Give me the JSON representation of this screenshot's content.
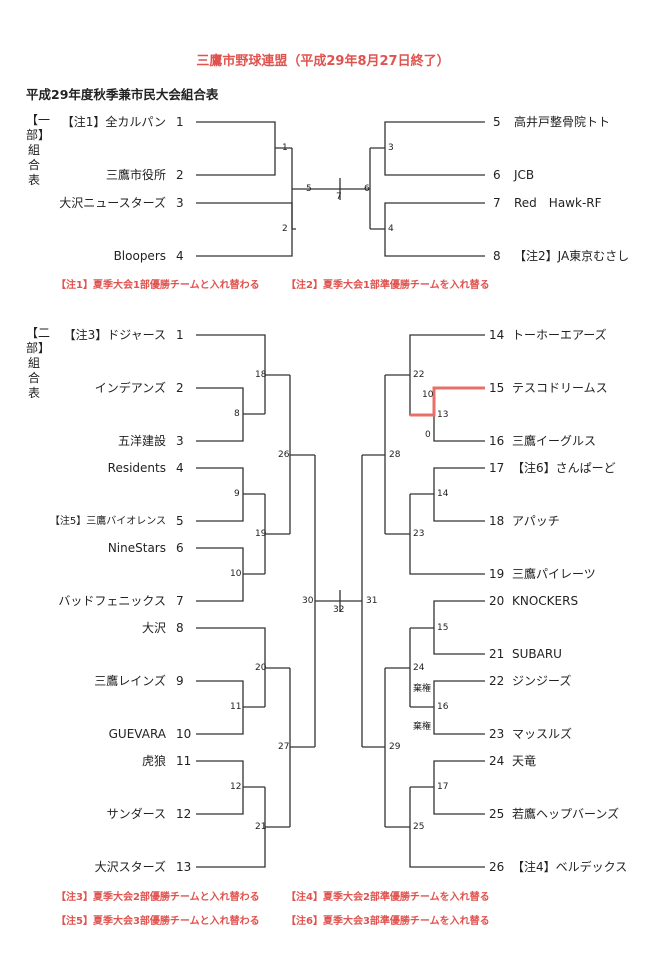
{
  "header": {
    "title": "三鷹市野球連盟（平成29年8月27日終了）",
    "subtitle": "平成29年度秋季兼市民大会組合表"
  },
  "colors": {
    "note": "#e0534f",
    "line": "#333333",
    "highlight": "#e8706a"
  },
  "div1": {
    "label": "【一部】組合表",
    "left_teams": [
      {
        "seed": "1",
        "name": "【注1】全カルパン"
      },
      {
        "seed": "2",
        "name": "三鷹市役所"
      },
      {
        "seed": "3",
        "name": "大沢ニュースターズ"
      },
      {
        "seed": "4",
        "name": "Bloopers"
      }
    ],
    "right_teams": [
      {
        "seed": "5",
        "name": "高井戸整骨院トト"
      },
      {
        "seed": "6",
        "name": "JCB"
      },
      {
        "seed": "7",
        "name": "Red　Hawk-RF"
      },
      {
        "seed": "8",
        "name": "【注2】JA東京むさし"
      }
    ],
    "games": {
      "g1": "1",
      "g2": "2",
      "g3": "3",
      "g4": "4",
      "g5": "5",
      "g6": "6",
      "final": "7"
    },
    "notes": [
      "【注1】夏季大会1部優勝チームと入れ替わる",
      "【注2】夏季大会1部準優勝チームを入れ替る"
    ]
  },
  "div2": {
    "label": "【二部】組合表",
    "left_teams": [
      {
        "seed": "1",
        "name": "【注3】ドジャース"
      },
      {
        "seed": "2",
        "name": "インデアンズ"
      },
      {
        "seed": "3",
        "name": "五洋建設"
      },
      {
        "seed": "4",
        "name": "Residents"
      },
      {
        "seed": "5",
        "name": "【注5】三鷹バイオレンス"
      },
      {
        "seed": "6",
        "name": "NineStars"
      },
      {
        "seed": "7",
        "name": "バッドフェニックス"
      },
      {
        "seed": "8",
        "name": "大沢"
      },
      {
        "seed": "9",
        "name": "三鷹レインズ"
      },
      {
        "seed": "10",
        "name": "GUEVARA"
      },
      {
        "seed": "11",
        "name": "虎狼"
      },
      {
        "seed": "12",
        "name": "サンダース"
      },
      {
        "seed": "13",
        "name": "大沢スターズ"
      }
    ],
    "right_teams": [
      {
        "seed": "14",
        "name": "トーホーエアーズ"
      },
      {
        "seed": "15",
        "name": "テスコドリームス"
      },
      {
        "seed": "16",
        "name": "三鷹イーグルス"
      },
      {
        "seed": "17",
        "name": "【注6】さんぱーど"
      },
      {
        "seed": "18",
        "name": "アパッチ"
      },
      {
        "seed": "19",
        "name": "三鷹パイレーツ"
      },
      {
        "seed": "20",
        "name": "KNOCKERS"
      },
      {
        "seed": "21",
        "name": "SUBARU"
      },
      {
        "seed": "22",
        "name": "ジンジーズ"
      },
      {
        "seed": "23",
        "name": "マッスルズ"
      },
      {
        "seed": "24",
        "name": "天竜"
      },
      {
        "seed": "25",
        "name": "若鷹ヘップバーンズ"
      },
      {
        "seed": "26",
        "name": "【注4】ベルデックス"
      }
    ],
    "games": {
      "g8": "8",
      "g18": "18",
      "g9": "9",
      "g10": "10",
      "g19": "19",
      "g26": "26",
      "g11": "11",
      "g20": "20",
      "g12": "12",
      "g21": "21",
      "g27": "27",
      "g30": "30",
      "g13": "13",
      "g22": "22",
      "g14": "14",
      "g23": "23",
      "g28": "28",
      "g15": "15",
      "g16": "16",
      "g24": "24",
      "g17": "17",
      "g25": "25",
      "g29": "29",
      "g31": "31",
      "final": "32"
    },
    "scores": {
      "g13_top": "10",
      "g13_bottom": "0"
    },
    "forfeit_top": "棄権",
    "forfeit_bottom": "棄権",
    "notes": [
      "【注3】夏季大会2部優勝チームと入れ替わる",
      "【注4】夏季大会2部準優勝チームを入れ替る",
      "【注5】夏季大会3部優勝チームと入れ替わる",
      "【注6】夏季大会3部準優勝チームを入れ替る"
    ]
  }
}
